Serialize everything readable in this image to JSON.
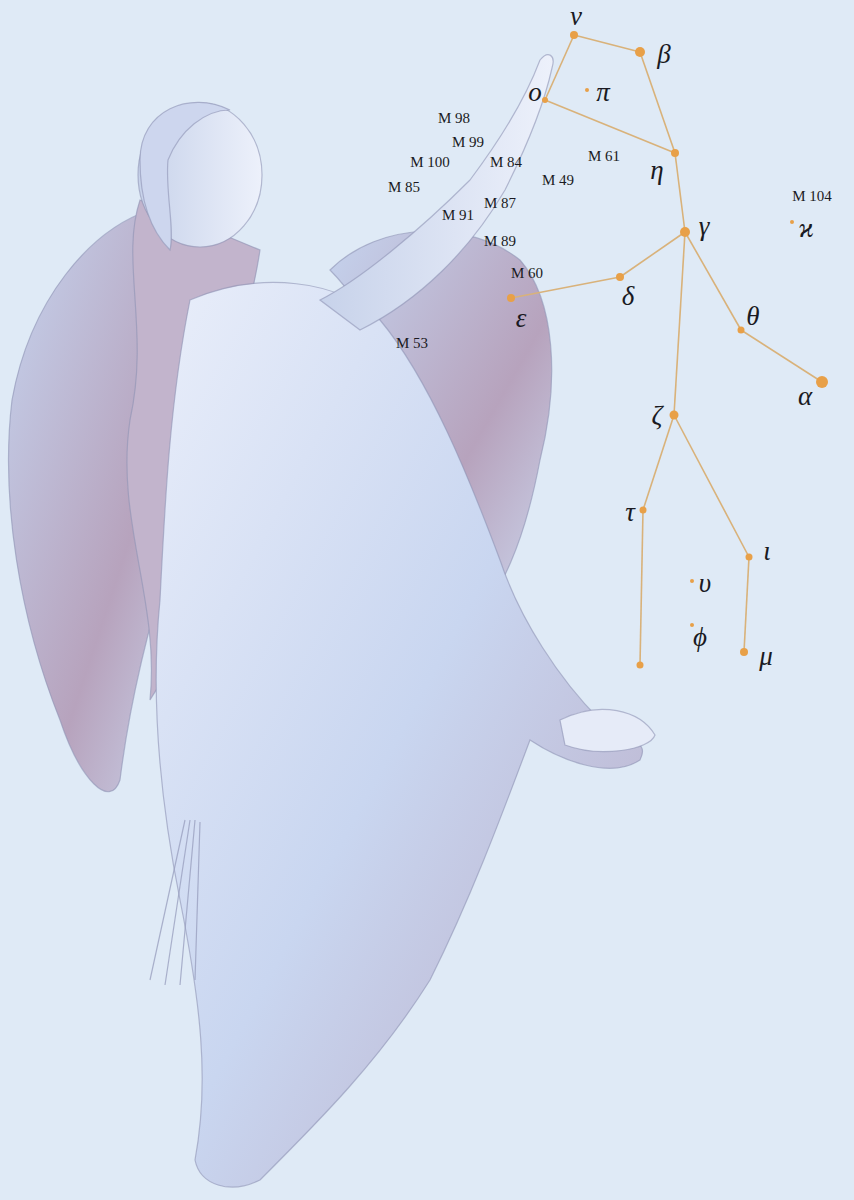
{
  "diagram": {
    "labels": [
      "ν",
      "β",
      "ο",
      "π",
      "η",
      "γ",
      "δ",
      "ε",
      "θ",
      "α",
      "ζ",
      "τ",
      "ι",
      "υ",
      "ϕ",
      "μ",
      "ϰ",
      "M 98",
      "M 99",
      "M 100",
      "M 85",
      "M 84",
      "M 91",
      "M 87",
      "M 89",
      "M 60",
      "M 49",
      "M 61",
      "M 53",
      "M 104"
    ]
  }
}
